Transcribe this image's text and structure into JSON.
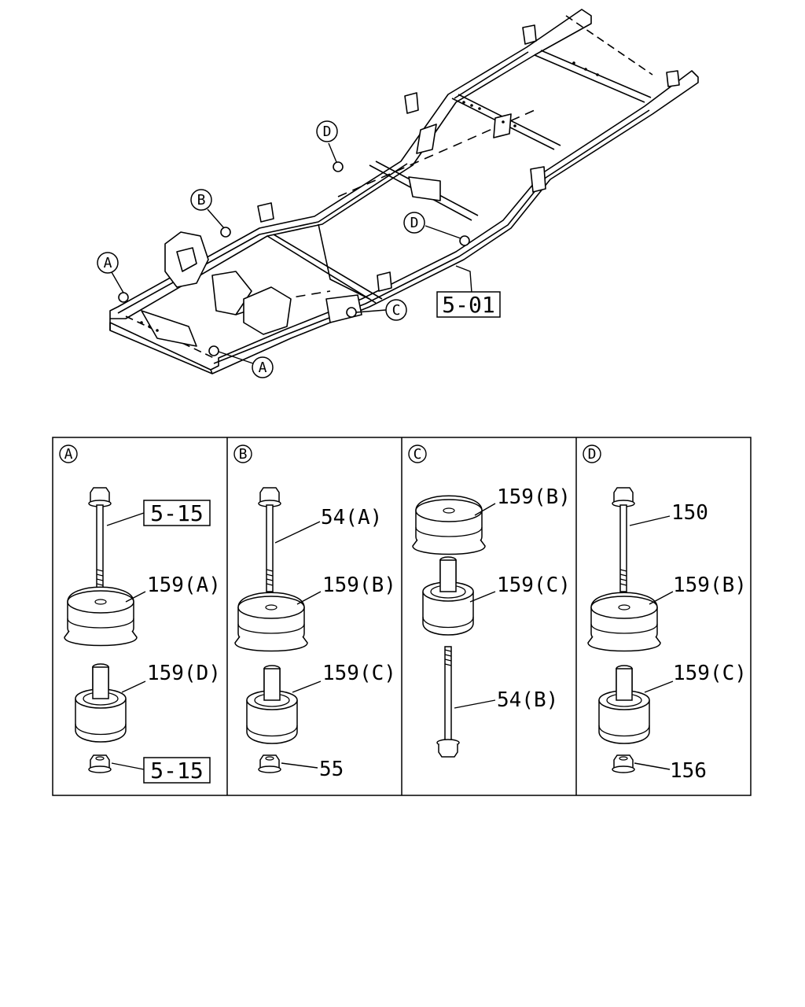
{
  "callouts": {
    "A": "A",
    "B": "B",
    "C": "C",
    "D": "D"
  },
  "frame_ref": "5-01",
  "panels": [
    {
      "id": "A",
      "labels": [
        "159(A)",
        "159(D)"
      ],
      "refs": [
        "5-15",
        "5-15"
      ]
    },
    {
      "id": "B",
      "labels": [
        "54(A)",
        "159(B)",
        "159(C)",
        "55"
      ]
    },
    {
      "id": "C",
      "labels": [
        "159(B)",
        "159(C)",
        "54(B)"
      ]
    },
    {
      "id": "D",
      "labels": [
        "150",
        "159(B)",
        "159(C)",
        "156"
      ]
    }
  ]
}
